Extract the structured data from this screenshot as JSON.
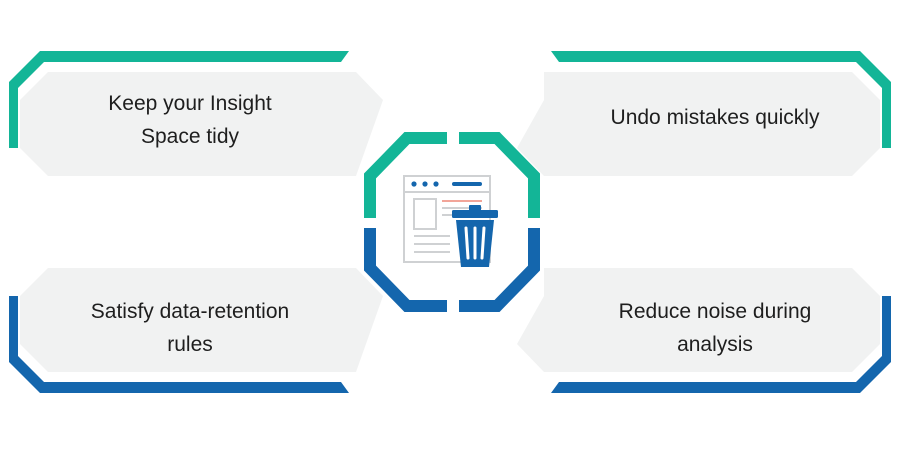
{
  "colors": {
    "teal": "#13b597",
    "blue": "#1466ad",
    "panel": "#f1f2f2",
    "text": "#1e1e1e"
  },
  "benefits": {
    "top_left": {
      "line1": "Keep your Insight",
      "line2": "Space tidy"
    },
    "top_right": {
      "line1": "Undo mistakes quickly",
      "line2": ""
    },
    "bottom_left": {
      "line1": "Satisfy data-retention",
      "line2": "rules"
    },
    "bottom_right": {
      "line1": "Reduce noise during",
      "line2": "analysis"
    }
  },
  "center_icon": {
    "name": "trash-can-icon",
    "document": "document-page-icon"
  }
}
